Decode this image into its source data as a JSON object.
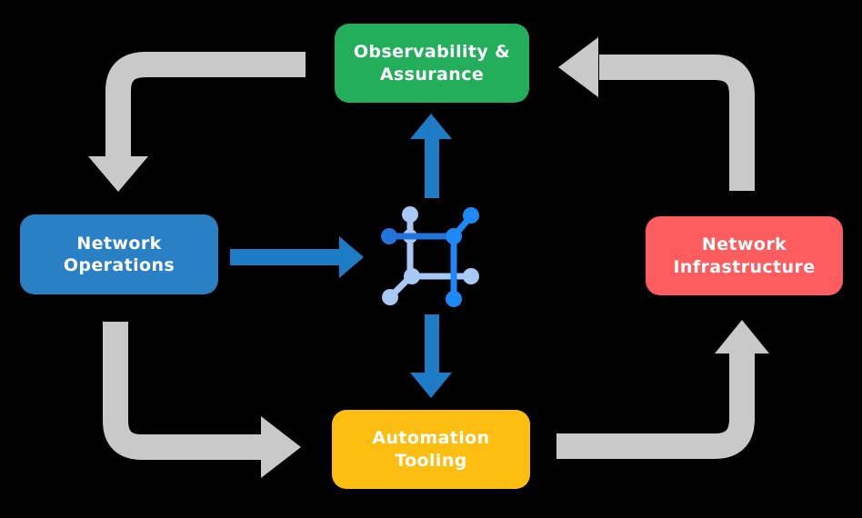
{
  "diagram": {
    "background_color": "#000000",
    "nodes": [
      {
        "id": "network-operations",
        "label": "Network Operations",
        "lines": [
          "Network",
          "Operations"
        ],
        "color": "#2A80C4",
        "text_color": "#FFFFFF"
      },
      {
        "id": "observability-assurance",
        "label": "Observability & Assurance",
        "lines": [
          "Observability &",
          "Assurance"
        ],
        "color": "#22AE5B",
        "text_color": "#FFFFFF"
      },
      {
        "id": "network-infrastructure",
        "label": "Network Infrastructure",
        "lines": [
          "Network",
          "Infrastructure"
        ],
        "color": "#FD5D5F",
        "text_color": "#FFFFFF"
      },
      {
        "id": "automation-tooling",
        "label": "Automation Tooling",
        "lines": [
          "Automation",
          "Tooling"
        ],
        "color": "#FCBE10",
        "text_color": "#FFFFFF"
      }
    ],
    "center_icon": {
      "name": "network-topology-icon",
      "colors": {
        "medium_blue": "#2273DB",
        "bright_blue": "#1E88F7",
        "light_blue": "#A8C8F5"
      }
    },
    "cycle_arrows": [
      {
        "from": "observability-assurance",
        "to": "network-operations"
      },
      {
        "from": "network-operations",
        "to": "automation-tooling"
      },
      {
        "from": "automation-tooling",
        "to": "network-infrastructure"
      },
      {
        "from": "network-infrastructure",
        "to": "observability-assurance"
      }
    ],
    "center_arrows": [
      {
        "from": "network-operations",
        "to": "center-icon"
      },
      {
        "from": "center-icon",
        "to": "observability-assurance"
      },
      {
        "from": "center-icon",
        "to": "automation-tooling"
      }
    ],
    "colors": {
      "arrow_gray": "#C9C9C9",
      "arrow_blue": "#1E7CC7"
    }
  }
}
